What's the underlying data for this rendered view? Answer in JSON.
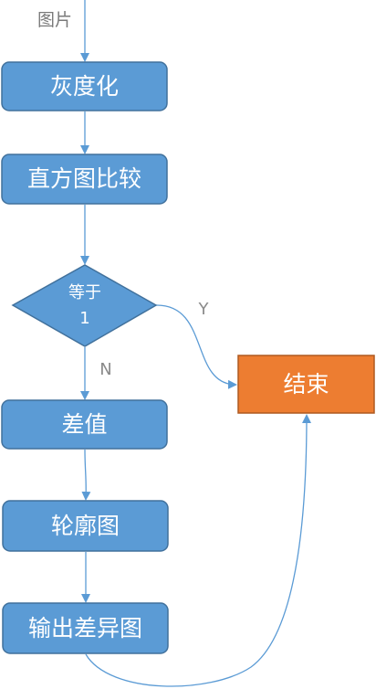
{
  "start_label": "图片",
  "nodes": {
    "grayscale": "灰度化",
    "histogram": "直方图比较",
    "decision_line1": "等于",
    "decision_line2": "1",
    "end": "结束",
    "diff": "差值",
    "contour": "轮廓图",
    "output": "输出差异图"
  },
  "edges": {
    "yes": "Y",
    "no": "N"
  },
  "colors": {
    "box_fill": "#5b9bd5",
    "box_stroke": "#41719c",
    "end_fill": "#ed7d31",
    "end_stroke": "#ae5a21",
    "connector": "#5b9bd5"
  }
}
